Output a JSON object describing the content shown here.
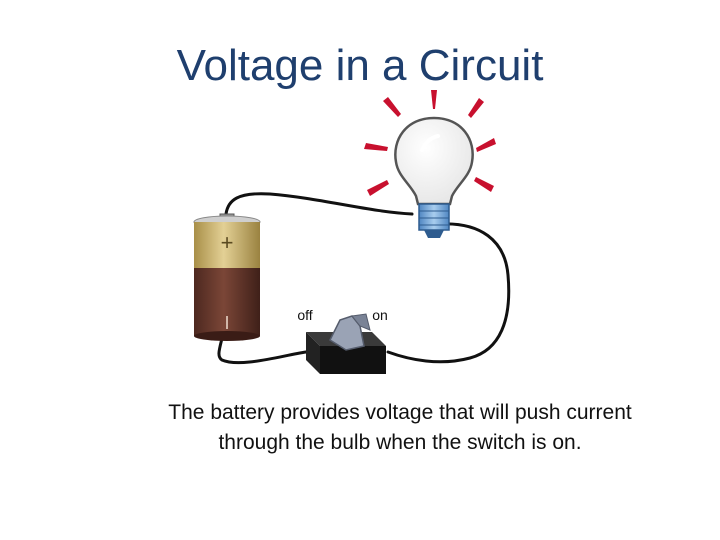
{
  "slide": {
    "title": "Voltage in a Circuit",
    "caption_lines": [
      "The battery provides voltage that will push current",
      "through the bulb when the switch is on."
    ]
  },
  "battery": {
    "positive_symbol": "+",
    "negative_symbol": "I"
  },
  "switch": {
    "off_label": "off",
    "on_label": "on",
    "state": "on"
  },
  "bulb": {
    "state": "lit"
  },
  "colors": {
    "title": "#1f3f6e",
    "wire": "#111111",
    "battery_top": "#c9b168",
    "battery_bottom": "#6b3a2e",
    "ray": "#c8102e",
    "bulb_base": "#6fa3d9"
  },
  "icons": [
    "battery-icon",
    "bulb-icon",
    "toggle-switch-icon",
    "light-ray-icon"
  ]
}
